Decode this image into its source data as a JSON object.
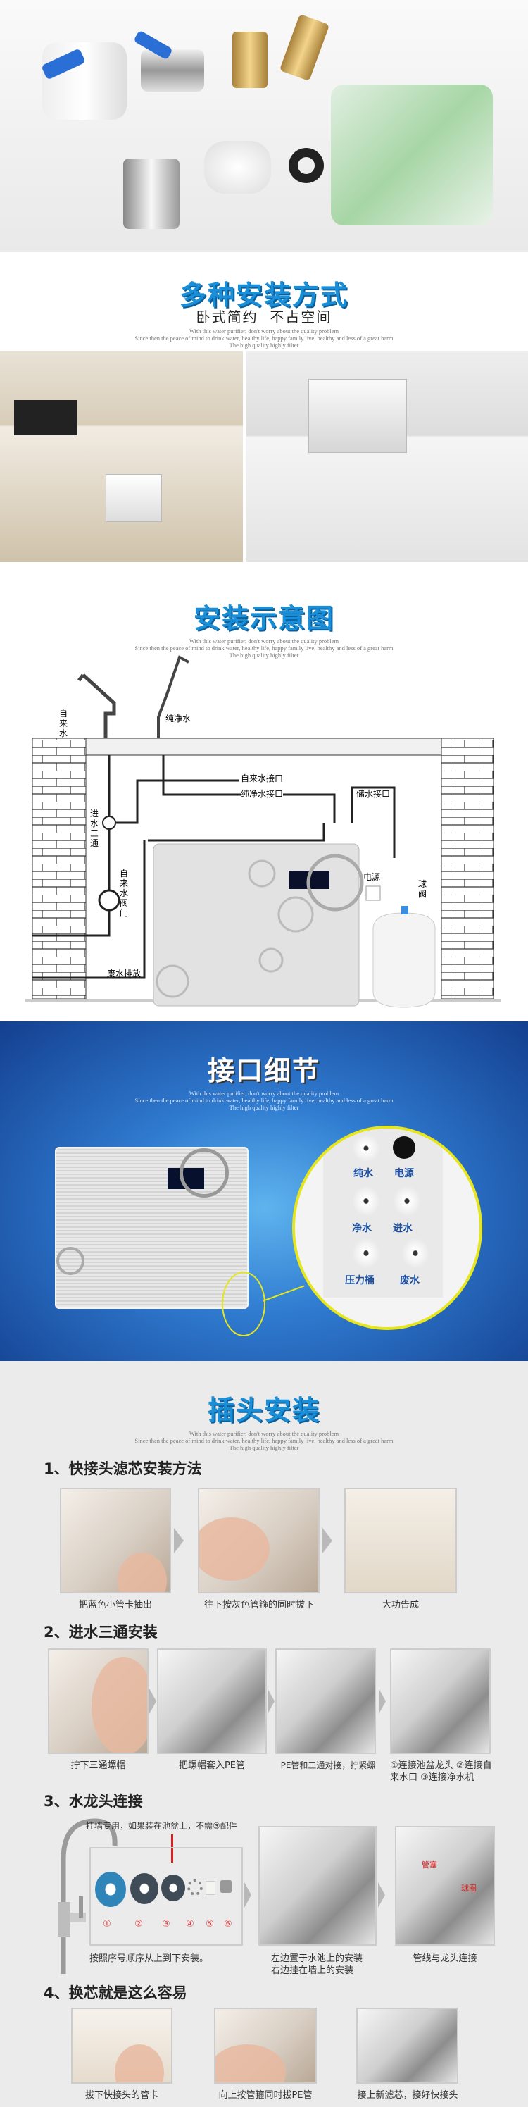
{
  "accessories": {
    "label": "accessories-photo"
  },
  "install_modes": {
    "title": "多种安装方式",
    "subtitle": "卧式简约  不占空间",
    "tagline": [
      "With this water purifier, don't worry about the quality problem",
      "Since then the peace of mind to drink water, healthy life, happy family live, healthy and less of a great harm",
      "The high quality highly filter"
    ]
  },
  "diagram": {
    "title": "安装示意图",
    "labels": {
      "tap_water": "自来水",
      "pure_water": "纯净水",
      "tap_inlet": "自来水接口",
      "pure_inlet": "纯净水接口",
      "storage_inlet": "储水接口",
      "tee": "进水三通",
      "valve": "自来水阀门",
      "power": "电源",
      "ball_valve": "球阀",
      "drain": "废水排放"
    }
  },
  "ports": {
    "title": "接口细节",
    "labels": [
      "纯水",
      "电源",
      "净水",
      "进水",
      "压力桶",
      "废水"
    ]
  },
  "guide": {
    "title": "插头安装",
    "steps": [
      {
        "heading": "1、快接头滤芯安装方法",
        "captions": [
          "把蓝色小管卡抽出",
          "往下按灰色管箍的同时拔下",
          "大功告成"
        ]
      },
      {
        "heading": "2、进水三通安装",
        "captions": [
          "拧下三通螺帽",
          "把螺帽套入PE管",
          "PE管和三通对接，拧紧螺",
          "①连接池盆龙头 ②连接自来水口 ③连接净水机"
        ]
      },
      {
        "heading": "3、水龙头连接",
        "note": "挂墙专用，如果装在池盆上，不需③配件",
        "parts": [
          "①",
          "②",
          "③",
          "④",
          "⑤",
          "⑥"
        ],
        "photo_labels": [
          "管塞",
          "球圈"
        ],
        "captions": [
          "按照序号顺序从上到下安装。",
          "左边置于水池上的安装 右边挂在墙上的安装",
          "管线与龙头连接"
        ]
      },
      {
        "heading": "4、换芯就是这么容易",
        "captions": [
          "拔下快接头的管卡",
          "向上按管箍同时拔PE管",
          "接上新滤芯，接好快接头"
        ]
      }
    ]
  },
  "colors": {
    "accent": "#1a8fd8",
    "blue_bg": "#1e63b8",
    "guide_bg": "#ebebeb",
    "highlight": "#e6e61e"
  }
}
